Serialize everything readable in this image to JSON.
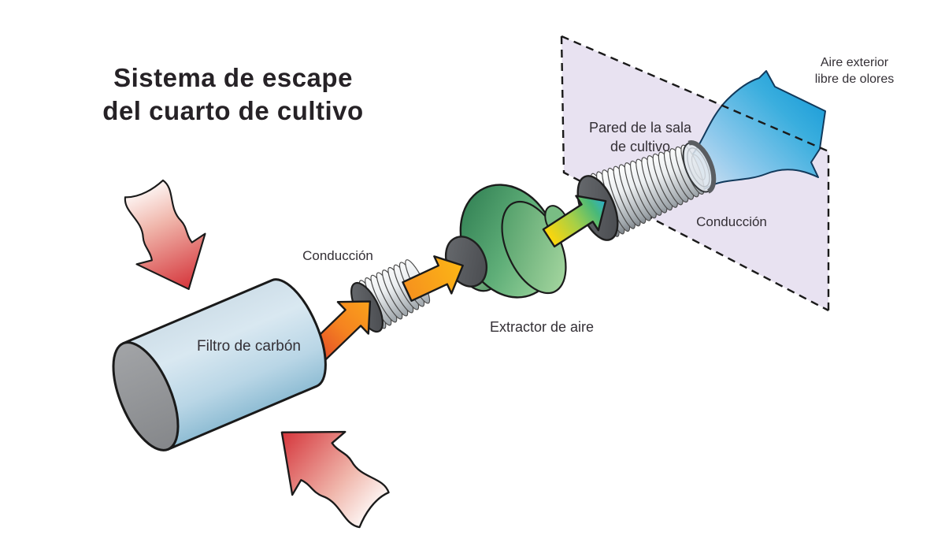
{
  "diagram": {
    "title": {
      "lines": [
        "Sistema de escape",
        "del cuarto de cultivo"
      ]
    },
    "labels": {
      "filter": "Filtro de carbón",
      "duct_inner": "Conducción",
      "extractor": "Extractor de aire",
      "wall": {
        "lines": [
          "Pared de la sala",
          "de cultivo"
        ]
      },
      "duct_outer": "Conducción",
      "exit_air": {
        "lines": [
          "Aire exterior",
          "libre de olores"
        ]
      }
    },
    "colors": {
      "outline": "#1a1a1a",
      "filter_body_blue": "#c7deec",
      "filter_cap_gray": "#96989b",
      "duct_cap_gray": "#55585c",
      "duct_rib_silver": "#eceff1",
      "fan_green": "#5fae78",
      "wall_lavender": "#e8e2f1",
      "dirty_air_red": "#d5353b",
      "flow_orange": "#f58220",
      "flow_yellow": "#ffd60a",
      "clean_air_blue": "#1b9cd8",
      "text": "#332f35"
    }
  }
}
